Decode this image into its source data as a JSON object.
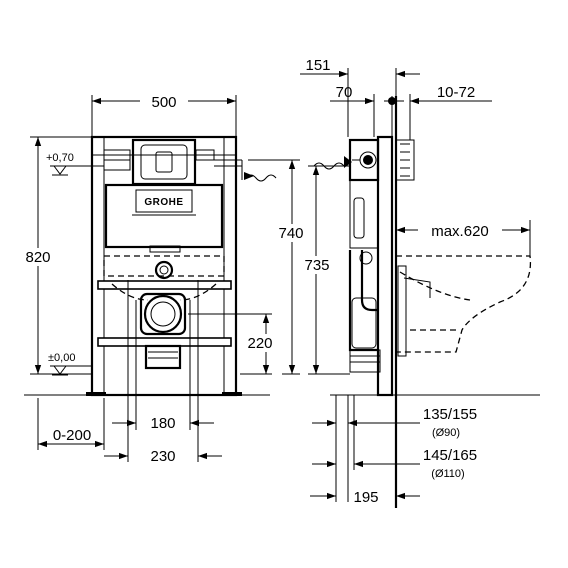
{
  "brand": "GROHE",
  "front_view": {
    "width": "500",
    "height": "820",
    "level_top": "+0,70",
    "level_zero": "±0,00",
    "offset_range": "0-200",
    "drain_spacing": "180",
    "drain_spacing_outer": "230",
    "outlet_height": "220"
  },
  "side_view": {
    "depth_top": "151",
    "depth_inner": "70",
    "adjust_range": "10-72",
    "inlet_height_740": "740",
    "inlet_height_735": "735",
    "pan_projection": "max.620",
    "pipe_90_range": "135/155",
    "pipe_90_dia": "(Ø90)",
    "pipe_110_range": "145/165",
    "pipe_110_dia": "(Ø110)",
    "outlet_depth": "195"
  }
}
